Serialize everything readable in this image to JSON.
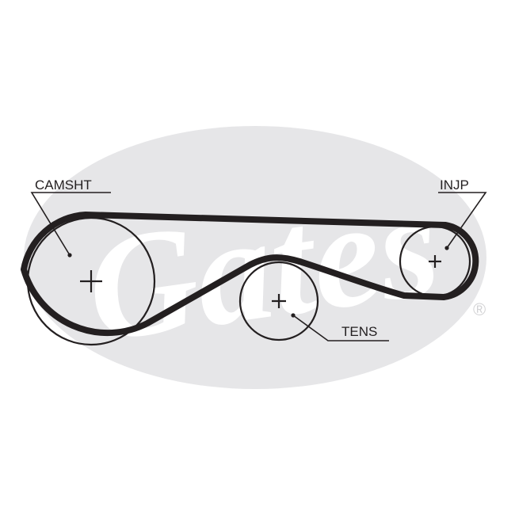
{
  "diagram": {
    "watermark": {
      "brand": "Gates",
      "registered_mark": "®",
      "colors": {
        "oval": "#e6e6e8",
        "lettering": "#ffffff"
      }
    },
    "pulleys": [
      {
        "id": "camshaft",
        "label": "CAMSHT"
      },
      {
        "id": "injection-pump",
        "label": "INJP"
      },
      {
        "id": "tensioner",
        "label": "TENS"
      }
    ],
    "colors": {
      "belt": "#231f20",
      "pulley_outline": "#231f20",
      "leader_lines": "#231f20",
      "label_text": "#231f20"
    }
  }
}
